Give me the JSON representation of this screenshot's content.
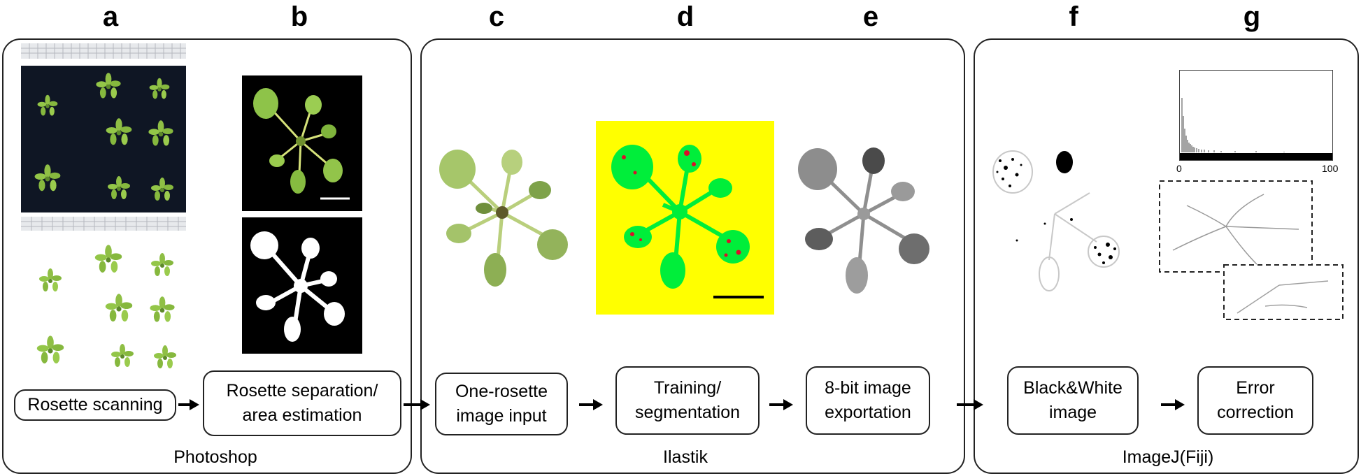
{
  "letters": [
    "a",
    "b",
    "c",
    "d",
    "e",
    "f",
    "g"
  ],
  "panels": {
    "photoshop": "Photoshop",
    "ilastik": "Ilastik",
    "imagej": "ImageJ(Fiji)"
  },
  "steps": {
    "a": "Rosette scanning",
    "b": "Rosette separation/\narea estimation",
    "c": "One-rosette\nimage input",
    "d": "Training/\nsegmentation",
    "e": "8-bit image\nexportation",
    "f": "Black&White\nimage",
    "g": "Error\ncorrection"
  },
  "histogram": {
    "x_min": "0",
    "x_max": "100"
  },
  "colors": {
    "leaf_green": "#7fae3c",
    "segment_green": "#00ee3a",
    "segment_yellow": "#ffff00",
    "segment_red": "#d8102a",
    "scan_bg": "#0f1624"
  }
}
